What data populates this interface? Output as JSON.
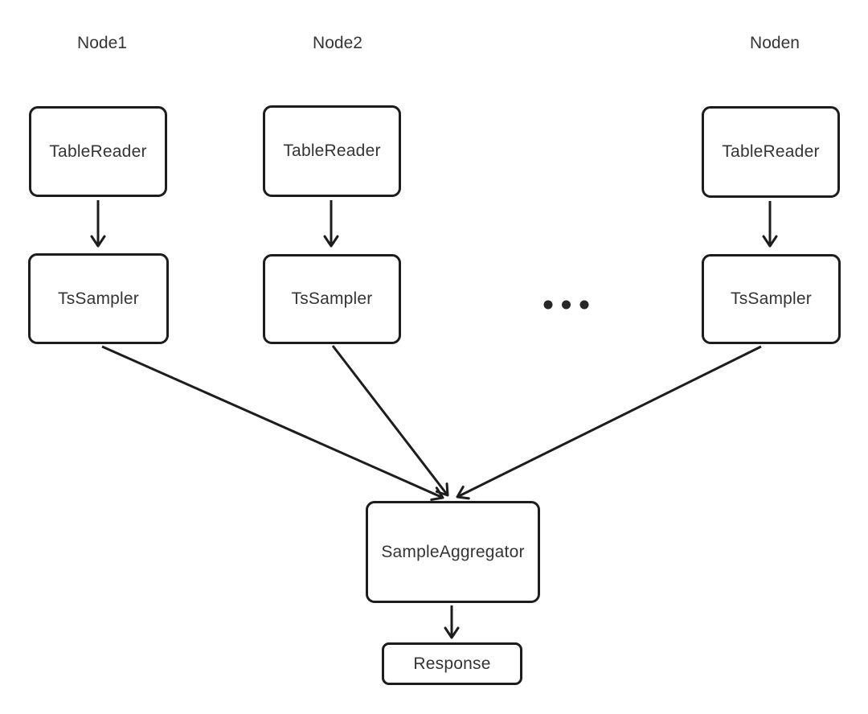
{
  "diagram": {
    "columns": [
      {
        "node": "Node1",
        "reader": "TableReader",
        "sampler": "TsSampler"
      },
      {
        "node": "Node2",
        "reader": "TableReader",
        "sampler": "TsSampler"
      },
      {
        "node": "Noden",
        "reader": "TableReader",
        "sampler": "TsSampler"
      }
    ],
    "ellipsis": "...",
    "aggregator": "SampleAggregator",
    "response": "Response",
    "colors": {
      "background": "#ffffff",
      "stroke": "#1d1d1d",
      "text": "#343434"
    }
  }
}
